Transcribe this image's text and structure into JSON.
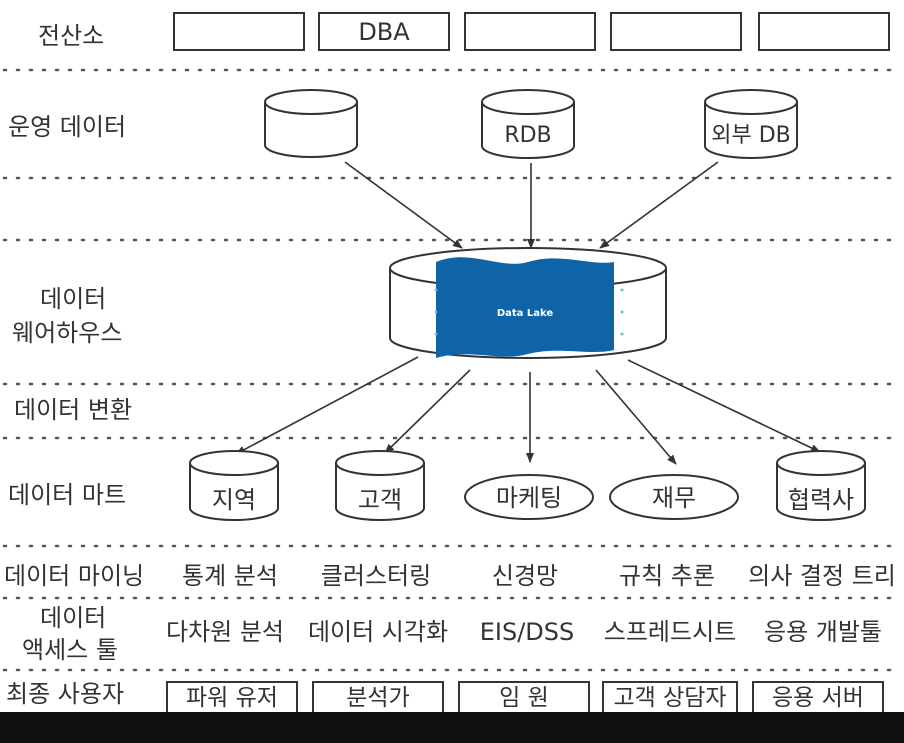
{
  "rows": {
    "computer_center": "전산소",
    "operational_data": "운영 데이터",
    "data_warehouse": [
      "데이터",
      "웨어하우스"
    ],
    "data_transform": "데이터 변환",
    "data_mart": "데이터 마트",
    "data_mining": "데이터 마이닝",
    "data_access_tools": [
      "데이터",
      "액세스 툴"
    ],
    "end_users": "최종 사용자"
  },
  "computer_center_boxes": [
    "",
    "DBA",
    "",
    "",
    ""
  ],
  "operational_dbs": [
    "",
    "RDB",
    "외부 DB"
  ],
  "data_lake": "Data Lake",
  "data_marts": [
    "지역",
    "고객",
    "마케팅",
    "재무",
    "협력사"
  ],
  "mining_items": [
    "통계 분석",
    "클러스터링",
    "신경망",
    "규칙 추론",
    "의사 결정 트리"
  ],
  "access_tools": [
    "다차원 분석",
    "데이터 시각화",
    "EIS/DSS",
    "스프레드시트",
    "응용 개발툴"
  ],
  "end_user_boxes": [
    "파워 유저",
    "분석가",
    "임 원",
    "고객 상담자",
    "응용 서버"
  ],
  "colors": {
    "data_lake": "#0f64a8",
    "line": "#333333",
    "divider": "#555555"
  }
}
